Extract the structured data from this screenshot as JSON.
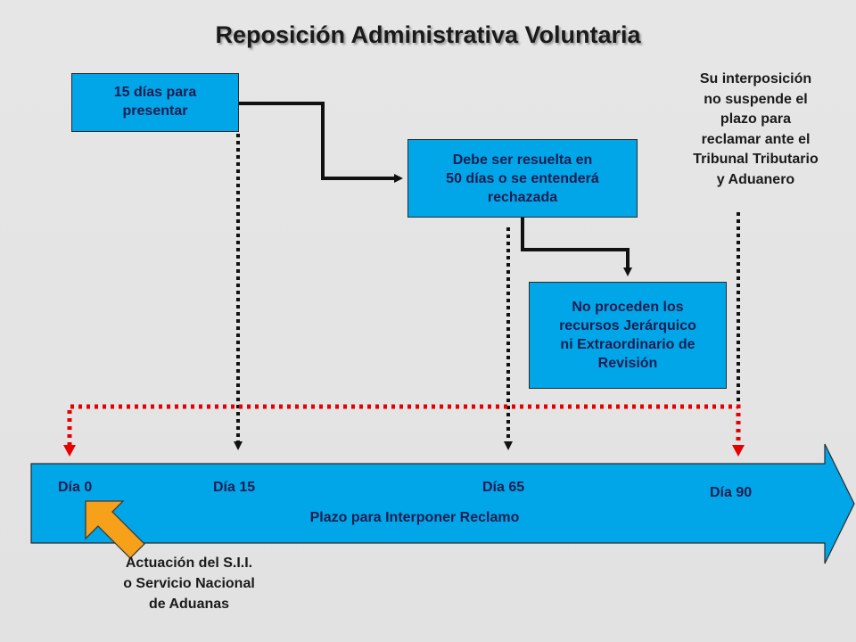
{
  "title": "Reposición Administrativa Voluntaria",
  "boxes": {
    "presentar": "15 días para\npresentar",
    "resuelta": "Debe ser resuelta en\n50 días o se entenderá\nrechazada",
    "no_proceden": "No proceden los\nrecursos Jerárquico\nni Extraordinario de\nRevisión"
  },
  "note": "Su  interposición\nno suspende  el\nplazo  para\nreclamar ante el\nTribunal Tributario\ny Aduanero",
  "timeline": {
    "days": [
      "Día 0",
      "Día 15",
      "Día 65",
      "Día 90"
    ],
    "label": "Plazo para Interponer Reclamo"
  },
  "actor": "Actuación del S.I.I.\no Servicio Nacional\nde Aduanas",
  "colors": {
    "box_fill": "#00a6e8",
    "text_dark_blue": "#1d1d50",
    "red_dotted": "#e60000",
    "black_dotted": "#111111",
    "orange_arrow": "#f7a11a"
  }
}
